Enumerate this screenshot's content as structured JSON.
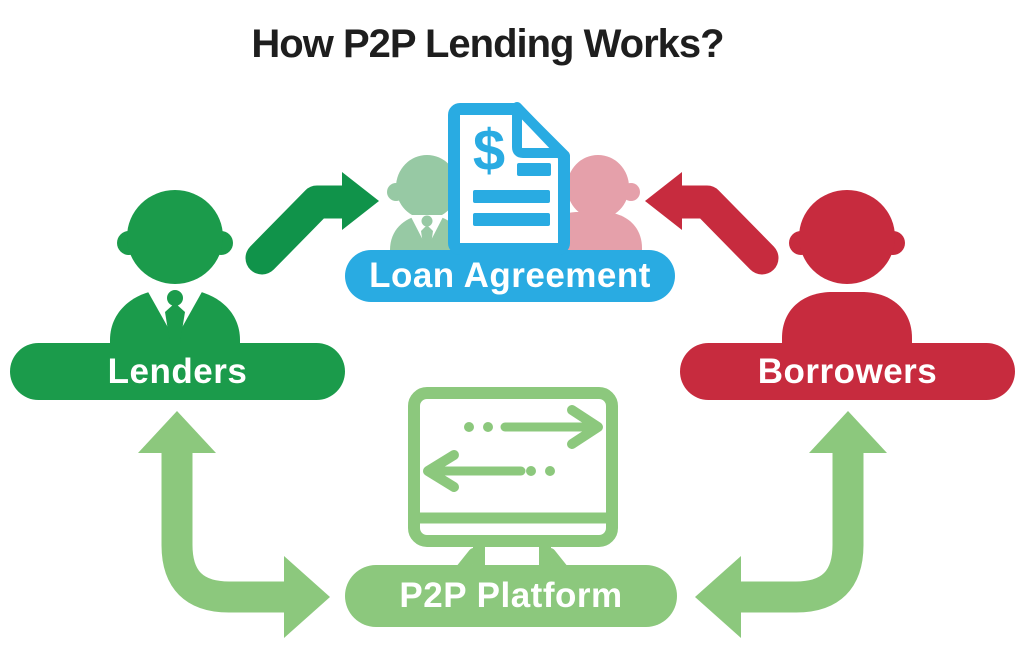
{
  "title": "How P2P Lending Works?",
  "nodes": {
    "lenders": {
      "label": "Lenders",
      "color": "#1b9b4b",
      "icon": "businessman-icon"
    },
    "borrowers": {
      "label": "Borrowers",
      "color": "#c72b3e",
      "icon": "person-icon"
    },
    "loan_agreement": {
      "label": "Loan Agreement",
      "color": "#29abe2",
      "icon": "dollar-document-icon",
      "dollar_sign": "$"
    },
    "p2p_platform": {
      "label": "P2P Platform",
      "color": "#8cc87d",
      "icon": "monitor-transfer-icon"
    }
  },
  "flows": [
    {
      "from": "Lenders",
      "to": "Loan Agreement",
      "type": "one-way",
      "color": "#10934a"
    },
    {
      "from": "Borrowers",
      "to": "Loan Agreement",
      "type": "one-way",
      "color": "#c72b3e"
    },
    {
      "from": "Lenders",
      "to": "P2P Platform",
      "type": "two-way",
      "color": "#8cc87d"
    },
    {
      "from": "Borrowers",
      "to": "P2P Platform",
      "type": "two-way",
      "color": "#8cc87d"
    }
  ],
  "colors": {
    "lenders_green": "#1b9b4b",
    "lender_arrow_green": "#10934a",
    "borrowers_red": "#c72b3e",
    "agreement_blue": "#29abe2",
    "platform_light_green": "#8cc87d",
    "faded_lender_green": "#97c9a4",
    "faded_borrower_pink": "#e5a0aa",
    "title_text": "#1e1e1e",
    "label_text": "#ffffff",
    "background": "#ffffff"
  }
}
